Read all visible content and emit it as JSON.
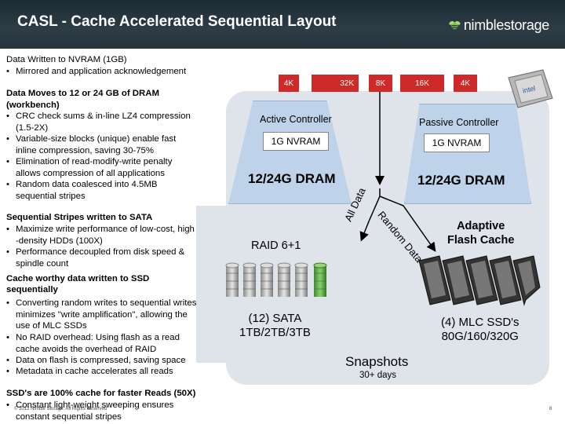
{
  "header": {
    "title": "CASL - Cache Accelerated Sequential Layout",
    "logo_text": "nimblestorage",
    "logo_icon": "nimble-bee-icon"
  },
  "left": {
    "s1_heading": "Data Written to NVRAM (1GB)",
    "s1_bullets": [
      "Mirrored and application acknowledgement"
    ],
    "s2_heading_lines": [
      "Data Moves to 12 or 24 GB of DRAM",
      "(workbench)"
    ],
    "s2_bullets": [
      [
        "CRC check sums & in-line LZ4 compression",
        "(1.5-2X)"
      ],
      [
        "Variable-size blocks (unique) enable fast",
        "inline compression, saving 30-75%"
      ],
      [
        "Elimination of read-modify-write penalty",
        "allows compression of all applications"
      ],
      [
        "Random data coalesced into 4.5MB",
        "sequential stripes"
      ]
    ],
    "s3_heading": "Sequential Stripes written to SATA",
    "s3_bullets": [
      [
        "Maximize write performance of low-cost, high",
        "-density HDDs (100X)"
      ],
      [
        "Performance decoupled from disk speed &",
        "spindle count"
      ]
    ],
    "s4_heading_lines": [
      "Cache worthy data written to SSD",
      "sequentially"
    ],
    "s4_bullets": [
      [
        "Converting random writes to sequential writes",
        "minimizes \"write amplification\", allowing the",
        "use of MLC SSDs"
      ],
      [
        "No RAID overhead: Using flash as a read",
        "cache avoids the overhead of RAID"
      ],
      [
        "Data on flash is compressed, saving space"
      ],
      [
        "Metadata in cache accelerates all reads"
      ]
    ],
    "s5_heading": "SSD's are 100% cache for faster Reads (50X)",
    "s5_bullets": [
      [
        "Constant light-weight sweeping ensures",
        "constant sequential stripes"
      ]
    ],
    "bullet_char": "•"
  },
  "diagram": {
    "block_sizes": [
      "4K",
      "32K",
      "8K",
      "16K",
      "4K"
    ],
    "active_controller": "Active Controller",
    "passive_controller": "Passive Controller",
    "nvram": "1G NVRAM",
    "dram": "12/24G DRAM",
    "all_data": "All Data",
    "random_data": "Random Data",
    "raid": "RAID 6+1",
    "sata_lines": [
      "(12) SATA",
      "1TB/2TB/3TB"
    ],
    "flash_cache_lines": [
      "Adaptive",
      "Flash Cache"
    ],
    "ssd_lines": [
      "(4) MLC SSD's",
      "80G/160/320G"
    ],
    "snapshots": "Snapshots",
    "snapshots_sub": "30+ days",
    "cpu_chip_text": "intel",
    "colors": {
      "pill": "#cf2a2a",
      "panel": "#dfe3ea",
      "controller": "#bed3e9",
      "header": "#26333c"
    }
  },
  "footer": {
    "copyright": "© 2012 Nimble Storage. All Rights Reserved",
    "page": "8"
  }
}
